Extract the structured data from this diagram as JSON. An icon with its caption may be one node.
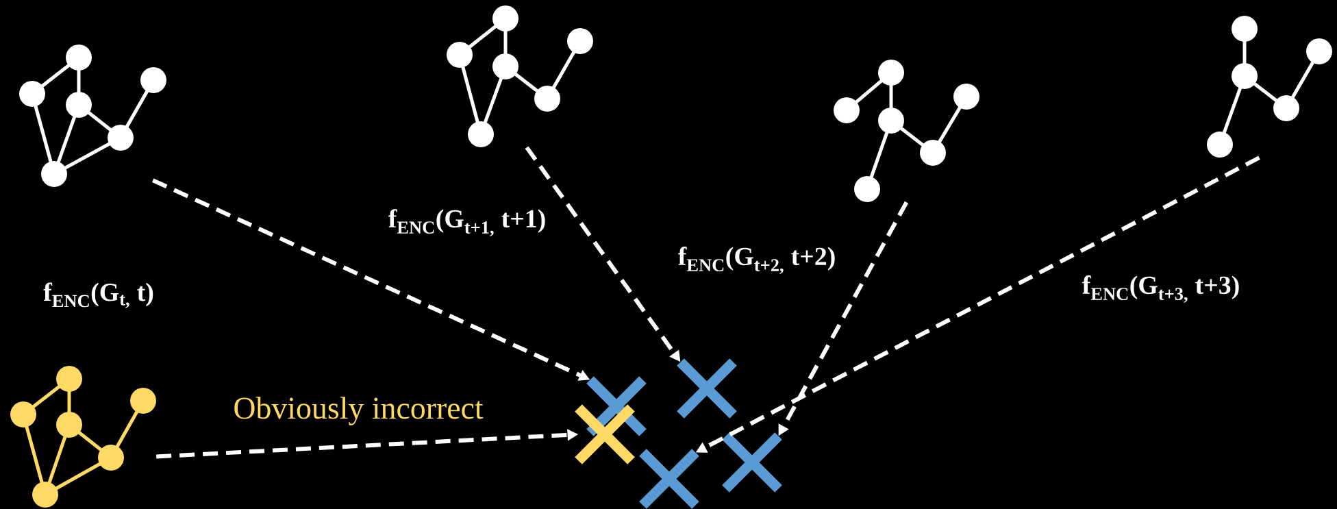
{
  "diagram": {
    "nodes": [
      {
        "text": [],
        "shape": "picture"
      },
      {
        "text": [],
        "shape": "picture"
      },
      {
        "text": [],
        "shape": "picture"
      },
      {
        "text": [],
        "shape": "picture"
      },
      {
        "text": [],
        "shape": "picture"
      },
      {
        "text": [],
        "shape": "cross"
      },
      {
        "text": [],
        "shape": "cross"
      },
      {
        "text": [],
        "shape": "cross"
      },
      {
        "text": [],
        "shape": "cross"
      },
      {
        "text": [],
        "shape": "cross"
      }
    ],
    "edges": [
      {
        "from": 0,
        "to": 5,
        "arrow": "to",
        "style": "dashed",
        "label": "f$_{ENC}$(G$_{t,}$ t)"
      },
      {
        "from": 1,
        "to": 6,
        "arrow": "to",
        "style": "dashed",
        "label": "f$_{ENC}$(G$_{t+1,}$ t+1)"
      },
      {
        "from": 2,
        "to": 9,
        "arrow": "to",
        "style": "dashed",
        "label": "f$_{ENC}$(G$_{t+2,}$ t+2)"
      },
      {
        "from": 3,
        "to": 8,
        "arrow": "to",
        "style": "dashed",
        "label": "f$_{ENC}$(G$_{t+3,}$ t+3)"
      },
      {
        "from": 4,
        "to": 7,
        "arrow": "to",
        "style": "dashed",
        "label": "Obviously incorrect"
      }
    ]
  }
}
